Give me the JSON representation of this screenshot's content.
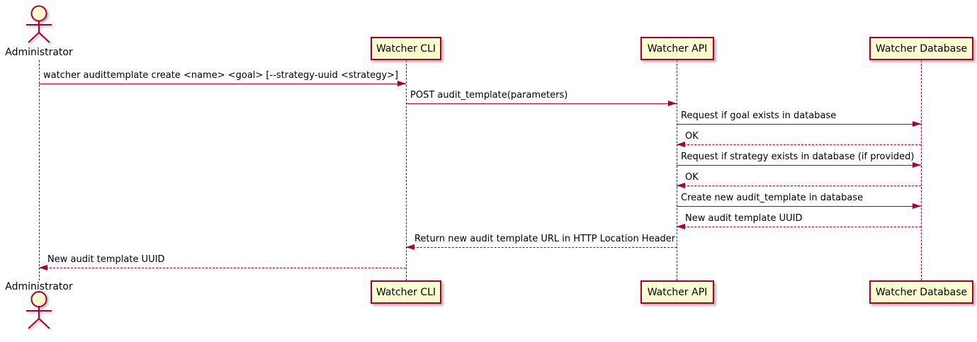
{
  "diagram": {
    "type": "sequence",
    "colors": {
      "accent": "#A80036",
      "participant_fill": "#FEFECE",
      "text": "#000000",
      "background": "#FFFFFF"
    },
    "actors": [
      {
        "name": "Administrator"
      }
    ],
    "participants": [
      {
        "label": "Watcher CLI"
      },
      {
        "label": "Watcher API"
      },
      {
        "label": "Watcher Database"
      }
    ],
    "messages": [
      {
        "from": "Administrator",
        "to": "Watcher CLI",
        "style": "solid",
        "label": "watcher audittemplate create <name> <goal> [--strategy-uuid <strategy>]"
      },
      {
        "from": "Watcher CLI",
        "to": "Watcher API",
        "style": "solid",
        "label": "POST audit_template(parameters)"
      },
      {
        "from": "Watcher API",
        "to": "Watcher Database",
        "style": "solid",
        "label": "Request if goal exists in database"
      },
      {
        "from": "Watcher Database",
        "to": "Watcher API",
        "style": "dashed",
        "label": "OK"
      },
      {
        "from": "Watcher API",
        "to": "Watcher Database",
        "style": "solid",
        "label": "Request if strategy exists in database (if provided)"
      },
      {
        "from": "Watcher Database",
        "to": "Watcher API",
        "style": "dashed",
        "label": "OK"
      },
      {
        "from": "Watcher API",
        "to": "Watcher Database",
        "style": "solid",
        "label": "Create new audit_template in database"
      },
      {
        "from": "Watcher Database",
        "to": "Watcher API",
        "style": "dashed",
        "label": "New audit template UUID"
      },
      {
        "from": "Watcher API",
        "to": "Watcher CLI",
        "style": "dashed",
        "label": "Return new audit template URL in HTTP Location Header"
      },
      {
        "from": "Watcher CLI",
        "to": "Administrator",
        "style": "dashed",
        "label": "New audit template UUID"
      }
    ]
  }
}
